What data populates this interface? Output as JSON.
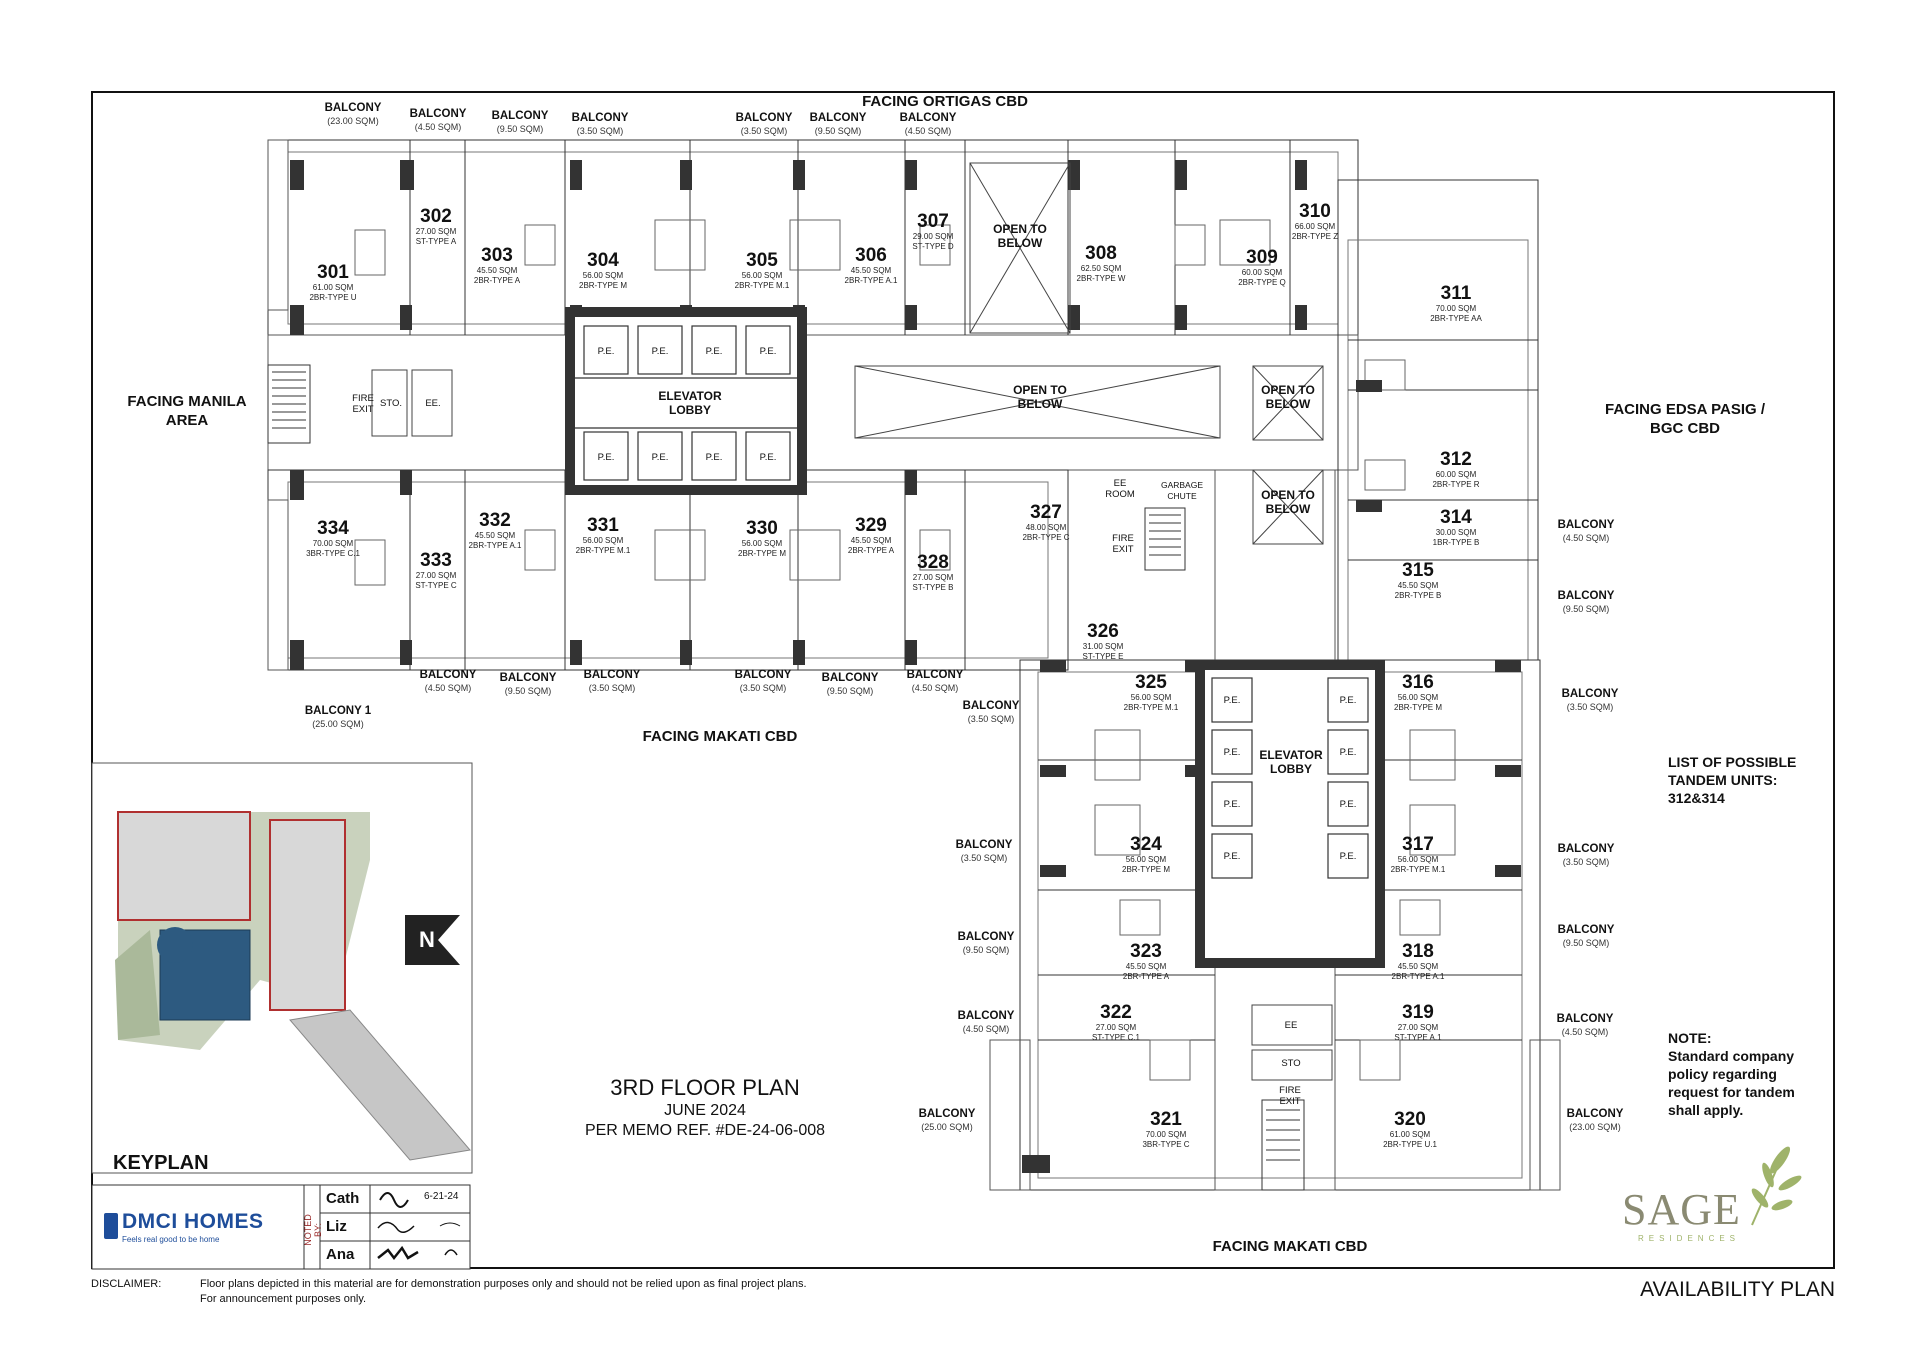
{
  "facing": {
    "ortigas": "FACING ORTIGAS CBD",
    "manila": "FACING MANILA AREA",
    "edsa": "FACING EDSA PASIG / BGC CBD",
    "makati_top": "FACING MAKATI CBD",
    "makati_bottom": "FACING MAKATI CBD"
  },
  "balconies": [
    {
      "label": "BALCONY",
      "area": "(23.00 SQM)"
    },
    {
      "label": "BALCONY",
      "area": "(4.50 SQM)"
    },
    {
      "label": "BALCONY",
      "area": "(9.50 SQM)"
    },
    {
      "label": "BALCONY",
      "area": "(3.50 SQM)"
    },
    {
      "label": "BALCONY",
      "area": "(3.50 SQM)"
    },
    {
      "label": "BALCONY",
      "area": "(9.50 SQM)"
    },
    {
      "label": "BALCONY",
      "area": "(4.50 SQM)"
    },
    {
      "label": "BALCONY",
      "area": "(4.50 SQM)"
    },
    {
      "label": "BALCONY",
      "area": "(9.50 SQM)"
    },
    {
      "label": "BALCONY",
      "area": "(3.50 SQM)"
    },
    {
      "label": "BALCONY",
      "area": "(3.50 SQM)"
    },
    {
      "label": "BALCONY",
      "area": "(9.50 SQM)"
    },
    {
      "label": "BALCONY",
      "area": "(4.50 SQM)"
    },
    {
      "label": "BALCONY 1",
      "area": "(25.00 SQM)"
    },
    {
      "label": "BALCONY",
      "area": "(3.50 SQM)"
    },
    {
      "label": "BALCONY",
      "area": "(3.50 SQM)"
    },
    {
      "label": "BALCONY",
      "area": "(9.50 SQM)"
    },
    {
      "label": "BALCONY",
      "area": "(4.50 SQM)"
    },
    {
      "label": "BALCONY",
      "area": "(25.00 SQM)"
    },
    {
      "label": "BALCONY",
      "area": "(4.50 SQM)"
    },
    {
      "label": "BALCONY",
      "area": "(9.50 SQM)"
    },
    {
      "label": "BALCONY",
      "area": "(3.50 SQM)"
    },
    {
      "label": "BALCONY",
      "area": "(3.50 SQM)"
    },
    {
      "label": "BALCONY",
      "area": "(9.50 SQM)"
    },
    {
      "label": "BALCONY",
      "area": "(4.50 SQM)"
    },
    {
      "label": "BALCONY",
      "area": "(23.00 SQM)"
    }
  ],
  "units": [
    {
      "num": "301",
      "sqm": "61.00 SQM",
      "type": "2BR-TYPE U"
    },
    {
      "num": "302",
      "sqm": "27.00 SQM",
      "type": "ST-TYPE A"
    },
    {
      "num": "303",
      "sqm": "45.50 SQM",
      "type": "2BR-TYPE A"
    },
    {
      "num": "304",
      "sqm": "56.00 SQM",
      "type": "2BR-TYPE M"
    },
    {
      "num": "305",
      "sqm": "56.00 SQM",
      "type": "2BR-TYPE M.1"
    },
    {
      "num": "306",
      "sqm": "45.50 SQM",
      "type": "2BR-TYPE A.1"
    },
    {
      "num": "307",
      "sqm": "29.00 SQM",
      "type": "ST-TYPE D"
    },
    {
      "num": "308",
      "sqm": "62.50 SQM",
      "type": "2BR-TYPE W"
    },
    {
      "num": "309",
      "sqm": "60.00 SQM",
      "type": "2BR-TYPE Q"
    },
    {
      "num": "310",
      "sqm": "66.00 SQM",
      "type": "2BR-TYPE Z"
    },
    {
      "num": "311",
      "sqm": "70.00 SQM",
      "type": "2BR-TYPE AA"
    },
    {
      "num": "312",
      "sqm": "60.00 SQM",
      "type": "2BR-TYPE R"
    },
    {
      "num": "314",
      "sqm": "30.00 SQM",
      "type": "1BR-TYPE B"
    },
    {
      "num": "315",
      "sqm": "45.50 SQM",
      "type": "2BR-TYPE B"
    },
    {
      "num": "316",
      "sqm": "56.00 SQM",
      "type": "2BR-TYPE M"
    },
    {
      "num": "317",
      "sqm": "56.00 SQM",
      "type": "2BR-TYPE M.1"
    },
    {
      "num": "318",
      "sqm": "45.50 SQM",
      "type": "2BR-TYPE A.1"
    },
    {
      "num": "319",
      "sqm": "27.00 SQM",
      "type": "ST-TYPE A.1"
    },
    {
      "num": "320",
      "sqm": "61.00 SQM",
      "type": "2BR-TYPE U.1"
    },
    {
      "num": "321",
      "sqm": "70.00 SQM",
      "type": "3BR-TYPE C"
    },
    {
      "num": "322",
      "sqm": "27.00 SQM",
      "type": "ST-TYPE C.1"
    },
    {
      "num": "323",
      "sqm": "45.50 SQM",
      "type": "2BR-TYPE A"
    },
    {
      "num": "324",
      "sqm": "56.00 SQM",
      "type": "2BR-TYPE M"
    },
    {
      "num": "325",
      "sqm": "56.00 SQM",
      "type": "2BR-TYPE M.1"
    },
    {
      "num": "326",
      "sqm": "31.00 SQM",
      "type": "ST-TYPE E"
    },
    {
      "num": "327",
      "sqm": "48.00 SQM",
      "type": "2BR-TYPE C"
    },
    {
      "num": "328",
      "sqm": "27.00 SQM",
      "type": "ST-TYPE B"
    },
    {
      "num": "329",
      "sqm": "45.50 SQM",
      "type": "2BR-TYPE A"
    },
    {
      "num": "330",
      "sqm": "56.00 SQM",
      "type": "2BR-TYPE M"
    },
    {
      "num": "331",
      "sqm": "56.00 SQM",
      "type": "2BR-TYPE M.1"
    },
    {
      "num": "332",
      "sqm": "45.50 SQM",
      "type": "2BR-TYPE A.1"
    },
    {
      "num": "333",
      "sqm": "27.00 SQM",
      "type": "ST-TYPE C"
    },
    {
      "num": "334",
      "sqm": "70.00 SQM",
      "type": "3BR-TYPE C.1"
    }
  ],
  "areas": {
    "open_below_1": "OPEN TO BELOW",
    "open_below_2": "OPEN TO BELOW",
    "open_below_3": "OPEN TO BELOW",
    "open_below_4": "OPEN TO BELOW",
    "elevator_lobby_1": "ELEVATOR LOBBY",
    "elevator_lobby_2": "ELEVATOR LOBBY",
    "pe": "P.E.",
    "fire_exit": "FIRE EXIT",
    "sto": "STO.",
    "ee": "EE.",
    "ee_room": "EE ROOM",
    "garbage_chute": "GARBAGE CHUTE",
    "fire_exit_2": "FIRE EXIT",
    "ee_2": "EE",
    "sto_2": "STO",
    "fire_exit_3": "FIRE EXIT"
  },
  "tandem": {
    "title": "LIST OF POSSIBLE TANDEM UNITS:",
    "units": "312&314"
  },
  "note": {
    "title": "NOTE:",
    "text": "Standard company policy regarding request for tandem shall apply."
  },
  "plan": {
    "title": "3RD FLOOR PLAN",
    "date": "JUNE 2024",
    "memo": "PER MEMO REF. #DE-24-06-008"
  },
  "keyplan": {
    "label": "KEYPLAN",
    "north": "N"
  },
  "brand": {
    "name": "DMCI HOMES",
    "tagline": "Feels real good to be home",
    "color": "#1e4d9a"
  },
  "noted_by": {
    "label": "NOTED BY:",
    "rows": [
      {
        "name": "Cath",
        "date": "6-21-24"
      },
      {
        "name": "Liz",
        "date": ""
      },
      {
        "name": "Ana",
        "date": ""
      }
    ]
  },
  "sage": {
    "name": "SAGE",
    "sub": "RESIDENCES",
    "color": "#8a8a72",
    "leaf_color": "#9fb36a"
  },
  "disclaimer": {
    "label": "DISCLAIMER:",
    "line1": "Floor plans depicted in this material are for demonstration purposes only and should not be relied upon as final project plans.",
    "line2": "For announcement purposes only."
  },
  "availability": "AVAILABILITY PLAN"
}
